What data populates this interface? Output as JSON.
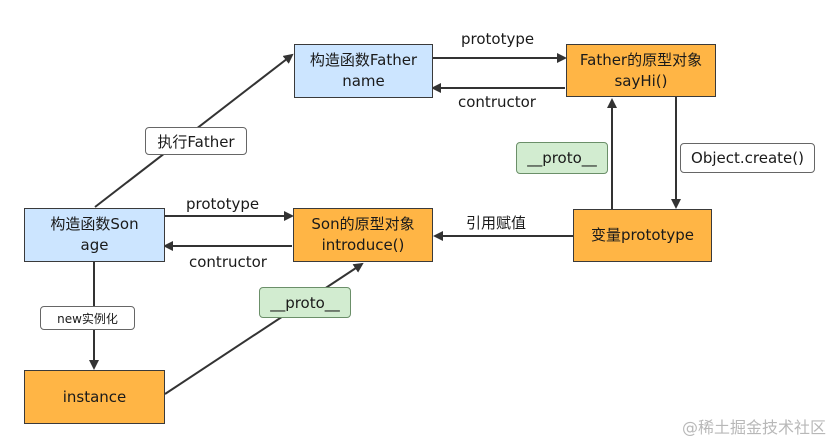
{
  "nodes": {
    "father_ctor": {
      "line1": "构造函数Father",
      "line2": "name"
    },
    "father_proto": {
      "line1": "Father的原型对象",
      "line2": "sayHi()"
    },
    "son_ctor": {
      "line1": "构造函数Son",
      "line2": "age"
    },
    "son_proto": {
      "line1": "Son的原型对象",
      "line2": "introduce()"
    },
    "var_proto": {
      "line1": "变量prototype"
    },
    "instance": {
      "line1": "instance"
    }
  },
  "edge_labels": {
    "father_prototype": "prototype",
    "father_contructor": "contructor",
    "son_prototype": "prototype",
    "son_contructor": "contructor",
    "ref_assign": "引用赋值"
  },
  "tags": {
    "exec_father": "执行Father",
    "new_instance": "new实例化",
    "proto_right": "__proto__",
    "proto_bottom": "__proto__",
    "object_create": "Object.create()"
  },
  "watermark": "@稀土掘金技术社区",
  "colors": {
    "constructor_fill": "#cce5ff",
    "prototype_fill": "#ffb545",
    "proto_tag_fill": "#d2ecd0",
    "edge": "#333333"
  }
}
